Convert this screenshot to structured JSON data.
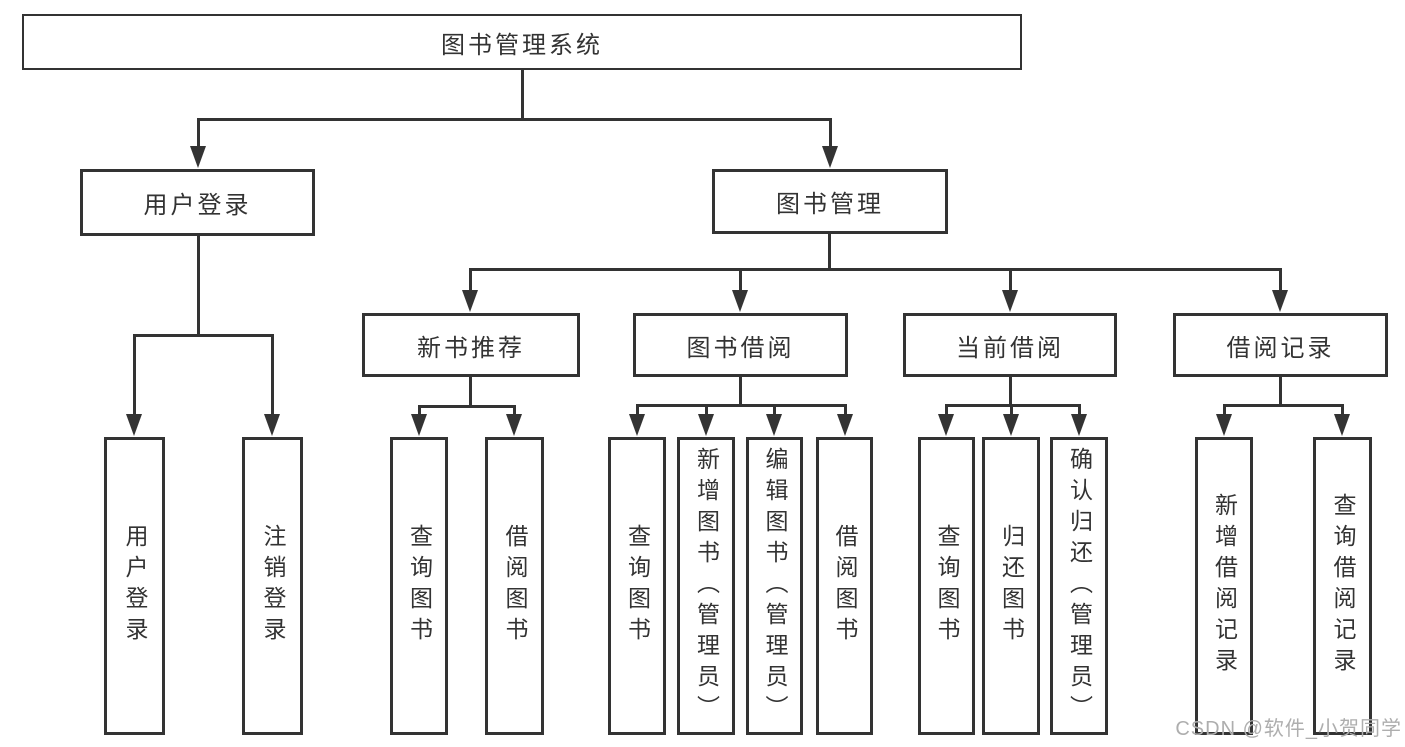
{
  "diagram": {
    "title": "图书管理系统",
    "branches": [
      {
        "label": "用户登录",
        "children": [
          {
            "label": "用户登录"
          },
          {
            "label": "注销登录"
          }
        ]
      },
      {
        "label": "图书管理",
        "children": [
          {
            "label": "新书推荐",
            "children": [
              {
                "label": "查询图书"
              },
              {
                "label": "借阅图书"
              }
            ]
          },
          {
            "label": "图书借阅",
            "children": [
              {
                "label": "查询图书"
              },
              {
                "label": "新增图书（管理员）"
              },
              {
                "label": "编辑图书（管理员）"
              },
              {
                "label": "借阅图书"
              }
            ]
          },
          {
            "label": "当前借阅",
            "children": [
              {
                "label": "查询图书"
              },
              {
                "label": "归还图书"
              },
              {
                "label": "确认归还（管理员）"
              }
            ]
          },
          {
            "label": "借阅记录",
            "children": [
              {
                "label": "新增借阅记录"
              },
              {
                "label": "查询借阅记录"
              }
            ]
          }
        ]
      }
    ]
  },
  "watermark": {
    "text": "CSDN @软件_小贺同学"
  },
  "colors": {
    "line": "#333333",
    "text": "#333333",
    "watermark": "#aeaeae",
    "background": "#ffffff"
  }
}
